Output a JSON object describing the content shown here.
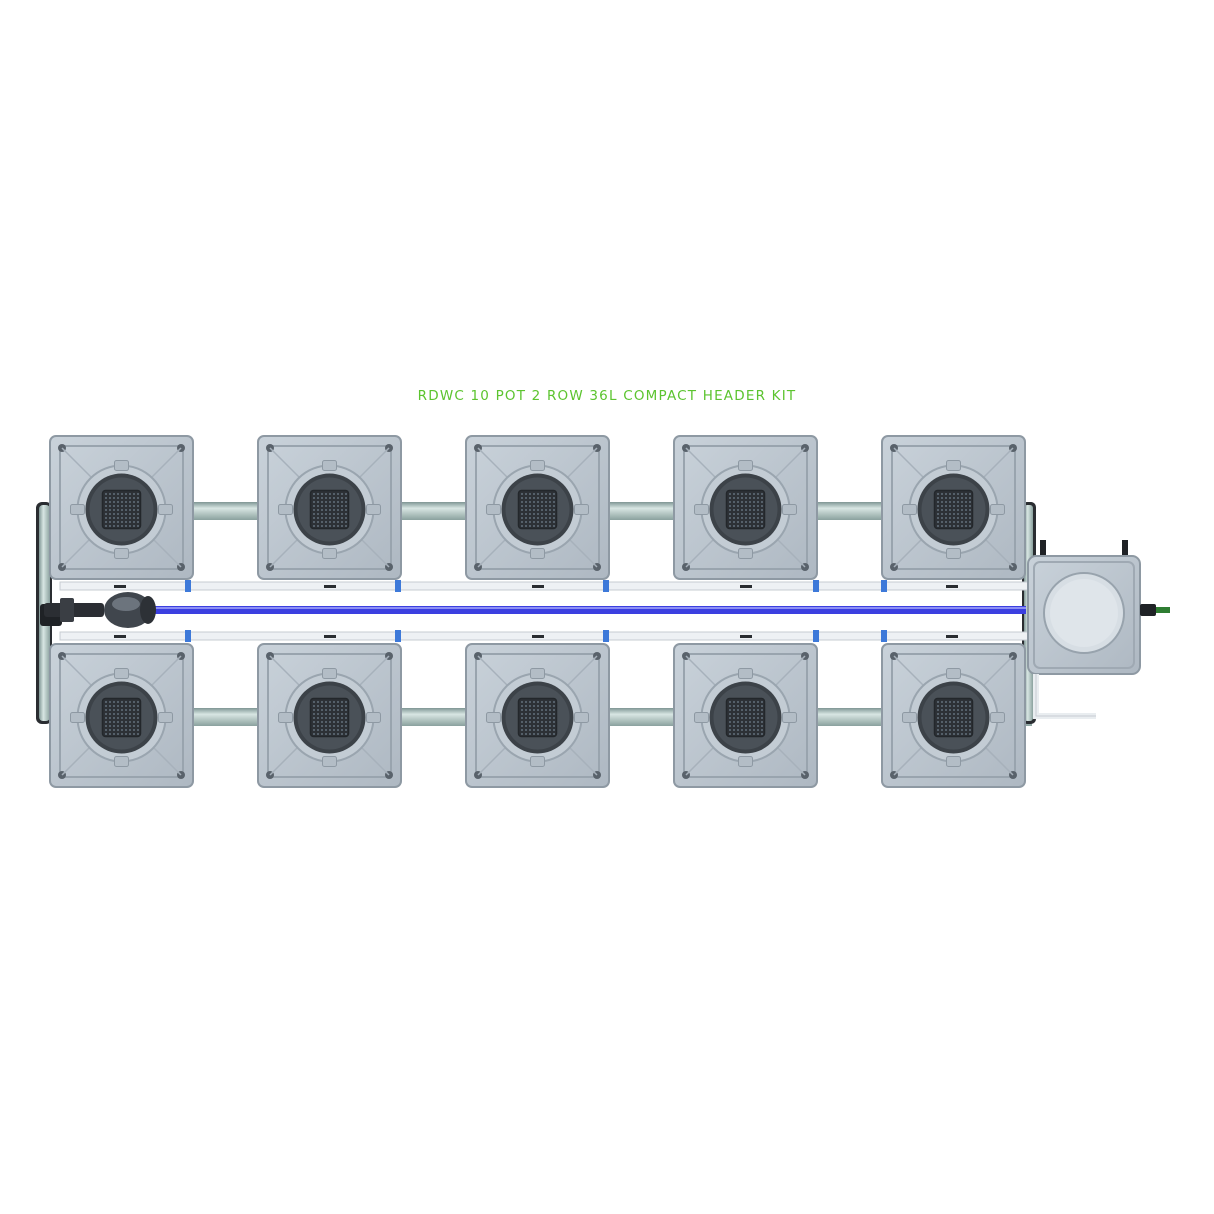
{
  "title": "RDWC 10 POT 2 ROW 36L COMPACT HEADER KIT",
  "colors": {
    "title": "#5cc42f",
    "pot_body": "#b9c3cc",
    "pot_edge": "#8e99a3",
    "pot_lid": "#3c4248",
    "pipe": "#9fb7b4",
    "return_line": "#3b3fe0",
    "tube": "#e8ebee",
    "fitting": "#3d79d9"
  },
  "layout": {
    "rows": 2,
    "pots_per_row": 5
  },
  "components": {
    "top_row_pots": [
      "pot",
      "pot",
      "pot",
      "pot",
      "pot"
    ],
    "bottom_row_pots": [
      "pot",
      "pot",
      "pot",
      "pot",
      "pot"
    ],
    "control_bucket": "control-bucket",
    "pump": "pump"
  }
}
